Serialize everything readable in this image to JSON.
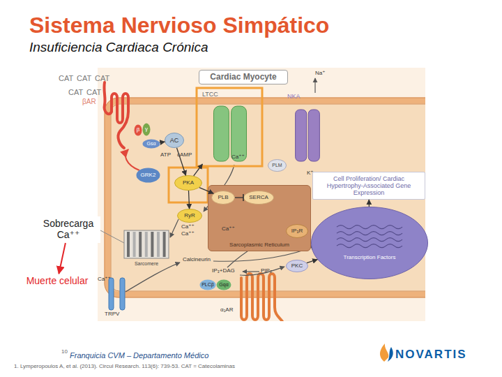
{
  "diagram": {
    "title": "Sistema Nervioso Simpático",
    "nodes": [
      {
        "text": [
          "Cardiac Myocyte"
        ]
      },
      {
        "text": [
          "β"
        ]
      },
      {
        "text": [
          "γ"
        ]
      },
      {
        "text": [
          "Gsα"
        ]
      },
      {
        "text": [
          "AC"
        ]
      },
      {
        "text": [
          "LTCC"
        ]
      },
      {
        "text": [
          "NKA"
        ]
      },
      {
        "text": [
          "PLM"
        ]
      },
      {
        "text": [
          "GRK2"
        ]
      },
      {
        "text": [
          "PKA"
        ]
      },
      {
        "text": [
          "Cell Proliferation/ Cardiac Hypertrophy-Associated Gene Expression"
        ]
      },
      {
        "text": [
          "Sarcoplasmic Reticulum"
        ]
      },
      {
        "text": [
          "PLB"
        ],
        "in": 11
      },
      {
        "text": [
          "SERCA"
        ],
        "in": 11
      },
      {
        "text": [
          "RyR"
        ]
      },
      {
        "text": [
          "IP₃R"
        ]
      },
      {
        "text": [
          "Sobrecarga Ca⁺⁺"
        ]
      },
      {
        "text": [
          "Transcription Factors"
        ]
      },
      {
        "text": [
          "Sarcomere"
        ]
      },
      {
        "text": [
          "PKC"
        ]
      },
      {
        "text": [
          "Muerte celular"
        ]
      },
      {
        "text": [
          "PLCβ"
        ]
      },
      {
        "text": [
          "Gqα"
        ]
      }
    ],
    "edges": [
      {
        "from": 4,
        "to": 9,
        "arrow": "to"
      },
      {
        "from": 3,
        "to": 4,
        "arrow": "to"
      },
      {
        "from": 9,
        "to": 5,
        "arrow": "to"
      },
      {
        "from": 9,
        "to": 12,
        "arrow": "to"
      },
      {
        "from": 9,
        "to": 14,
        "arrow": "to"
      },
      {
        "from": 12,
        "to": 13,
        "arrow": "none"
      },
      {
        "from": 19,
        "to": 17,
        "arrow": "to"
      },
      {
        "from": 17,
        "to": 10,
        "arrow": "to"
      },
      {
        "from": 16,
        "to": 20,
        "arrow": "to"
      }
    ],
    "labels": [
      "Insuficiencia Cardiaca Crónica",
      "CAT",
      "CAT",
      "CAT",
      "CAT",
      "CAT",
      "βAR",
      "ATP",
      "cAMP",
      "Ca⁺⁺",
      "Na⁺",
      "K⁺",
      "Ca⁺⁺",
      "Ca⁺⁺",
      "Ca⁺⁺",
      "Calcineurin",
      "IP₃+DAG",
      "PIP₂",
      "Ca⁺⁺",
      "TRPV",
      "α₁AR",
      "10",
      "Franquicia CVM – Departamento Médico",
      "1. Lymperopoulos A, et al. (2013). Circul Research. 113(6): 739-53. CAT = Catecolaminas",
      "NOVARTIS"
    ]
  }
}
